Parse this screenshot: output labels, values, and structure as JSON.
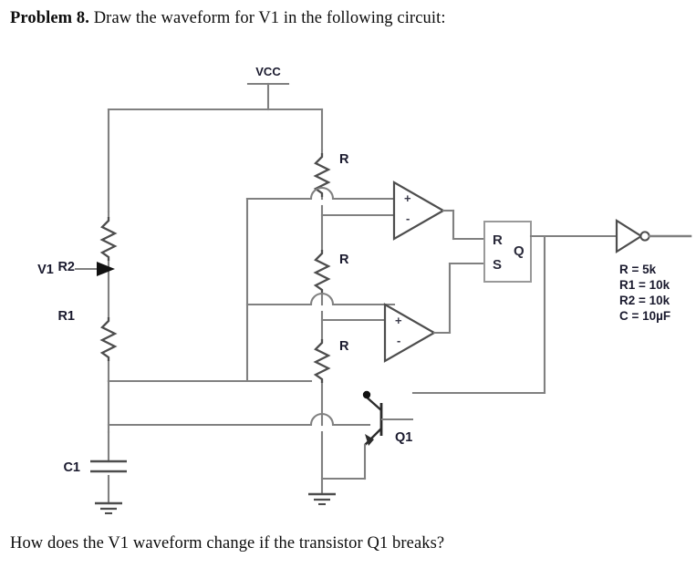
{
  "problem": {
    "label": "Problem 8.",
    "prompt": "Draw the waveform for V1 in the following circuit:",
    "followup": "How does the V1 waveform change if the transistor Q1 breaks?"
  },
  "circuit": {
    "supply_label": "VCC",
    "input_source_label": "V1",
    "resistors": {
      "r2": "R2",
      "r1": "R1",
      "divider_top": "R",
      "divider_mid": "R",
      "divider_bottom": "R"
    },
    "capacitor_label": "C1",
    "transistor_label": "Q1",
    "latch": {
      "reset_pin": "R",
      "set_pin": "S",
      "output_pin": "Q"
    },
    "comparator_top": {
      "plus": "+",
      "minus": "-"
    },
    "comparator_bottom": {
      "plus": "+",
      "minus": "-"
    },
    "legend": [
      "R = 5k",
      "R1 = 10k",
      "R2 = 10k",
      "C = 10µF"
    ]
  },
  "style": {
    "wire_color": "#808080",
    "device_color": "#4d4d4d",
    "text_color": "#1a1a2e",
    "background": "#ffffff"
  }
}
